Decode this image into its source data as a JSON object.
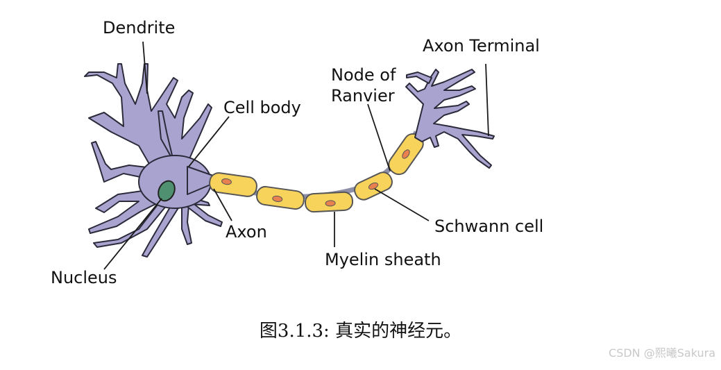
{
  "labels": {
    "dendrite": "Dendrite",
    "cell_body": "Cell body",
    "axon": "Axon",
    "nucleus": "Nucleus",
    "myelin_sheath": "Myelin sheath",
    "schwann_cell": "Schwann cell",
    "node_of_ranvier_line1": "Node of",
    "node_of_ranvier_line2": "Ranvier",
    "axon_terminal": "Axon Terminal"
  },
  "caption": "图3.1.3: 真实的神经元。",
  "watermark": "CSDN @熙曦Sakura",
  "colors": {
    "neuron_body": "#a9a3d0",
    "neuron_outline": "#2a2a3a",
    "nucleus": "#4e9070",
    "schwann": "#f7d35c",
    "schwann_outline": "#555555",
    "schwann_nucleus": "#e8814f",
    "axon_segment": "#8d8fa8"
  }
}
